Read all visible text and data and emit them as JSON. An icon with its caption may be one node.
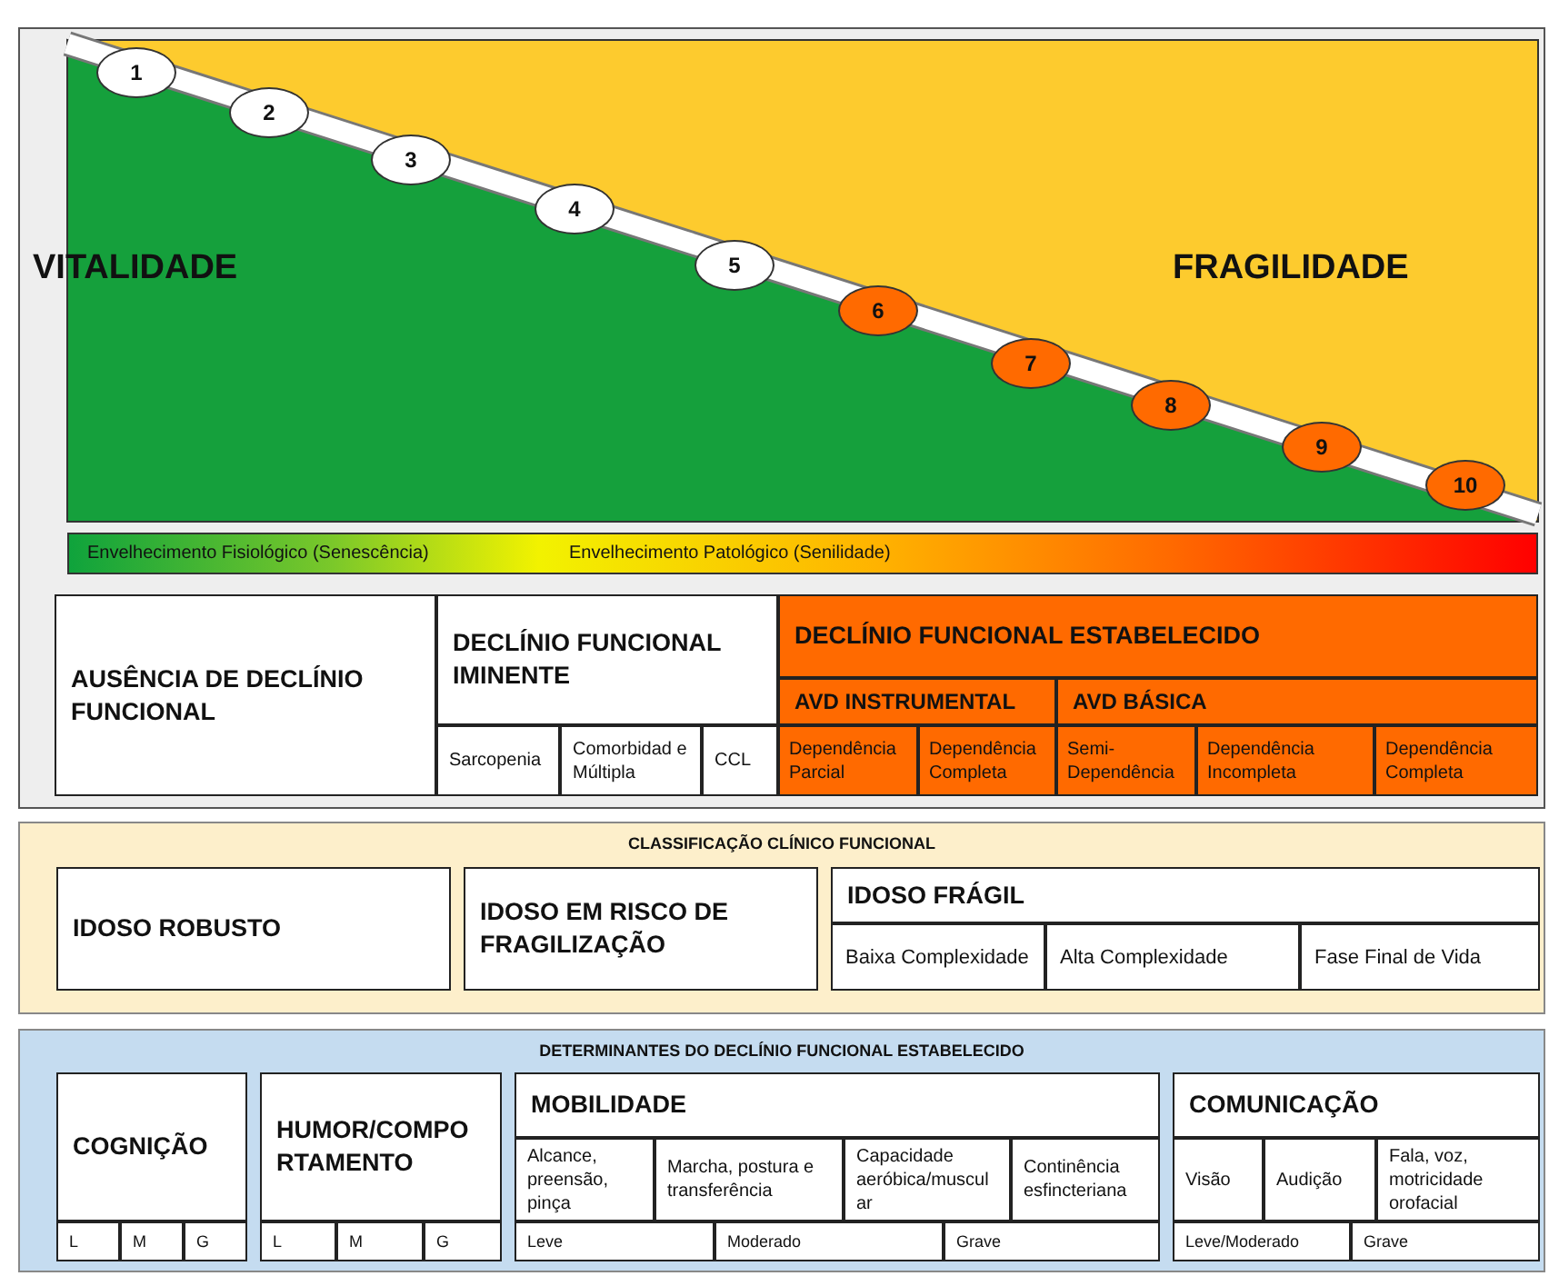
{
  "diagram": {
    "nodes": [
      {
        "text": [
          "1"
        ]
      },
      {
        "text": [
          "2"
        ]
      },
      {
        "text": [
          "3"
        ]
      },
      {
        "text": [
          "4"
        ]
      },
      {
        "text": [
          "5"
        ]
      },
      {
        "text": [
          "6"
        ]
      },
      {
        "text": [
          "7"
        ]
      },
      {
        "text": [
          "8"
        ]
      },
      {
        "text": [
          "9"
        ]
      },
      {
        "text": [
          "10"
        ]
      },
      {
        "text": [
          "Envelhecimento Fisiológico (Senescência)",
          "Envelhecimento Patológico (Senilidade)"
        ]
      },
      {
        "text": [
          "AUSÊNCIA DE DECLÍNIO FUNCIONAL"
        ]
      },
      {
        "text": [
          "DECLÍNIO FUNCIONAL IMINENTE"
        ]
      },
      {
        "text": [
          "Sarcopenia"
        ]
      },
      {
        "text": [
          "Comorbidad e Múltipla"
        ]
      },
      {
        "text": [
          "CCL"
        ]
      },
      {
        "text": [
          "DECLÍNIO FUNCIONAL ESTABELECIDO"
        ]
      },
      {
        "text": [
          "AVD INSTRUMENTAL"
        ]
      },
      {
        "text": [
          "AVD BÁSICA"
        ]
      },
      {
        "text": [
          "Dependência Parcial"
        ]
      },
      {
        "text": [
          "Dependência Completa"
        ]
      },
      {
        "text": [
          "Semi-Dependência"
        ]
      },
      {
        "text": [
          "Dependência Incompleta"
        ]
      },
      {
        "text": [
          "Dependência Completa"
        ]
      },
      {
        "text": [
          "CLASSIFICAÇÃO CLÍNICO FUNCIONAL"
        ]
      },
      {
        "text": [
          "IDOSO ROBUSTO"
        ],
        "in": 24
      },
      {
        "text": [
          "IDOSO EM RISCO DE FRAGILIZAÇÃO"
        ],
        "in": 24
      },
      {
        "text": [
          "IDOSO FRÁGIL"
        ],
        "in": 24
      },
      {
        "text": [
          "Baixa Complexidade"
        ],
        "in": 24
      },
      {
        "text": [
          "Alta Complexidade"
        ],
        "in": 24
      },
      {
        "text": [
          "Fase Final de Vida"
        ],
        "in": 24
      },
      {
        "text": [
          "DETERMINANTES DO DECLÍNIO FUNCIONAL ESTABELECIDO"
        ]
      },
      {
        "text": [
          "COGNIÇÃO"
        ],
        "in": 31
      },
      {
        "text": [
          "L"
        ],
        "in": 31
      },
      {
        "text": [
          "M"
        ],
        "in": 31
      },
      {
        "text": [
          "G"
        ],
        "in": 31
      },
      {
        "text": [
          "HUMOR/COMPORTAMENTO"
        ],
        "in": 31
      },
      {
        "text": [
          "L"
        ],
        "in": 31
      },
      {
        "text": [
          "M"
        ],
        "in": 31
      },
      {
        "text": [
          "G"
        ],
        "in": 31
      },
      {
        "text": [
          "MOBILIDADE"
        ],
        "in": 31
      },
      {
        "text": [
          "Alcance, preensão, pinça"
        ],
        "in": 31
      },
      {
        "text": [
          "Marcha, postura e transferência"
        ],
        "in": 31
      },
      {
        "text": [
          "Capacidade aeróbica/muscular"
        ],
        "in": 31
      },
      {
        "text": [
          "Continência esfincteriana"
        ],
        "in": 31
      },
      {
        "text": [
          "Leve"
        ],
        "in": 31
      },
      {
        "text": [
          "Moderado"
        ],
        "in": 31
      },
      {
        "text": [
          "Grave"
        ],
        "in": 31
      },
      {
        "text": [
          "COMUNICAÇÃO"
        ],
        "in": 31
      },
      {
        "text": [
          "Visão"
        ],
        "in": 31
      },
      {
        "text": [
          "Audição"
        ],
        "in": 31
      },
      {
        "text": [
          "Fala, voz, motricidade orofacial"
        ],
        "in": 31
      },
      {
        "text": [
          "Leve/Moderado"
        ],
        "in": 31
      },
      {
        "text": [
          "Grave"
        ],
        "in": 31
      }
    ],
    "labels": [
      "VITALIDADE",
      "FRAGILIDADE"
    ]
  }
}
